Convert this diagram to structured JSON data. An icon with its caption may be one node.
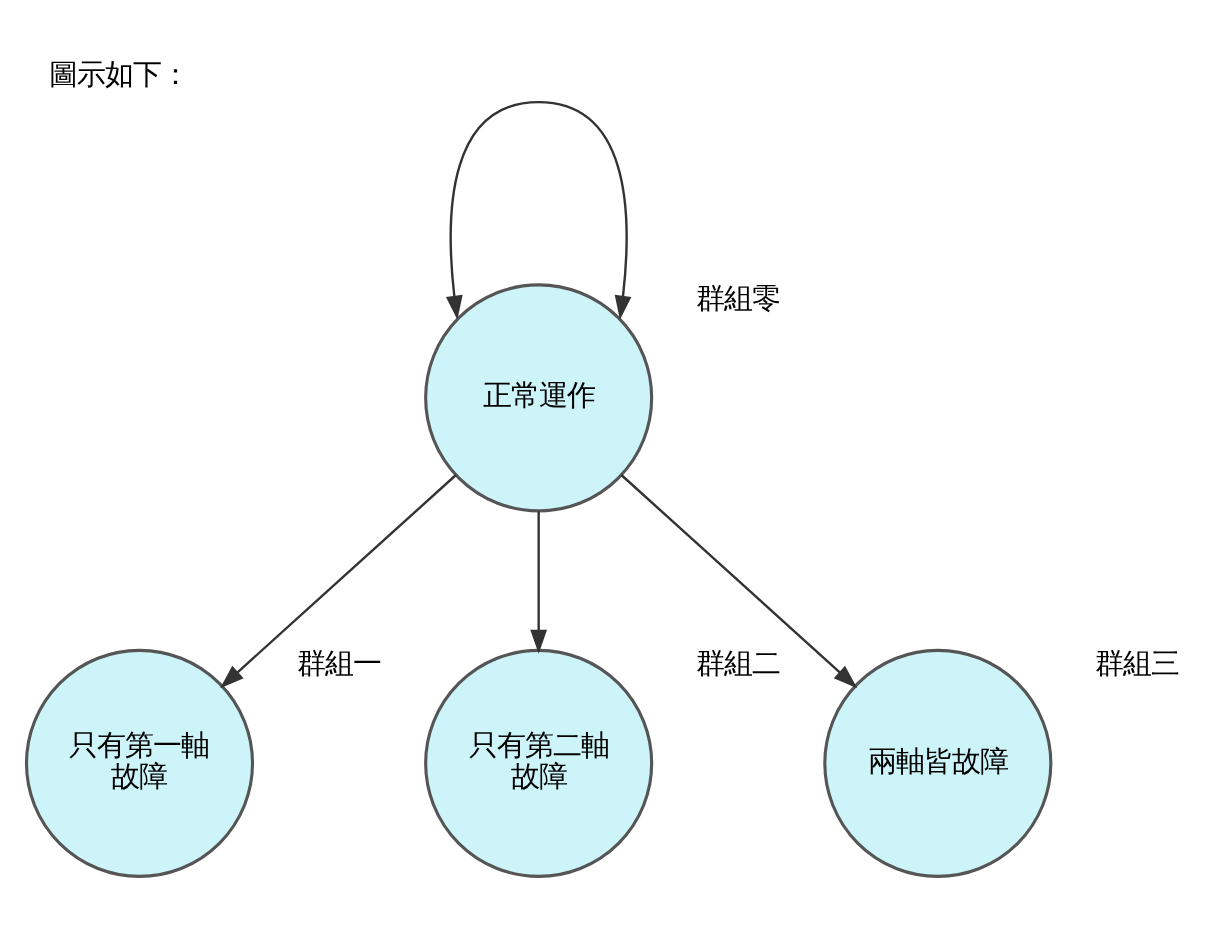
{
  "diagram": {
    "title": "圖示如下：",
    "nodes": [
      {
        "text": [
          "正常運作"
        ],
        "beside": [
          "群組零"
        ]
      },
      {
        "text": [
          "只有第一軸故障"
        ],
        "beside": [
          "群組一"
        ]
      },
      {
        "text": [
          "只有第二軸故障"
        ],
        "beside": [
          "群組二"
        ]
      },
      {
        "text": [
          "兩軸皆故障"
        ],
        "beside": [
          "群組三"
        ]
      }
    ],
    "edges": [
      {
        "from": 0,
        "to": 0,
        "arrow": "both"
      },
      {
        "from": 0,
        "to": 1,
        "arrow": "to"
      },
      {
        "from": 0,
        "to": 2,
        "arrow": "to"
      },
      {
        "from": 0,
        "to": 3,
        "arrow": "to"
      }
    ]
  }
}
